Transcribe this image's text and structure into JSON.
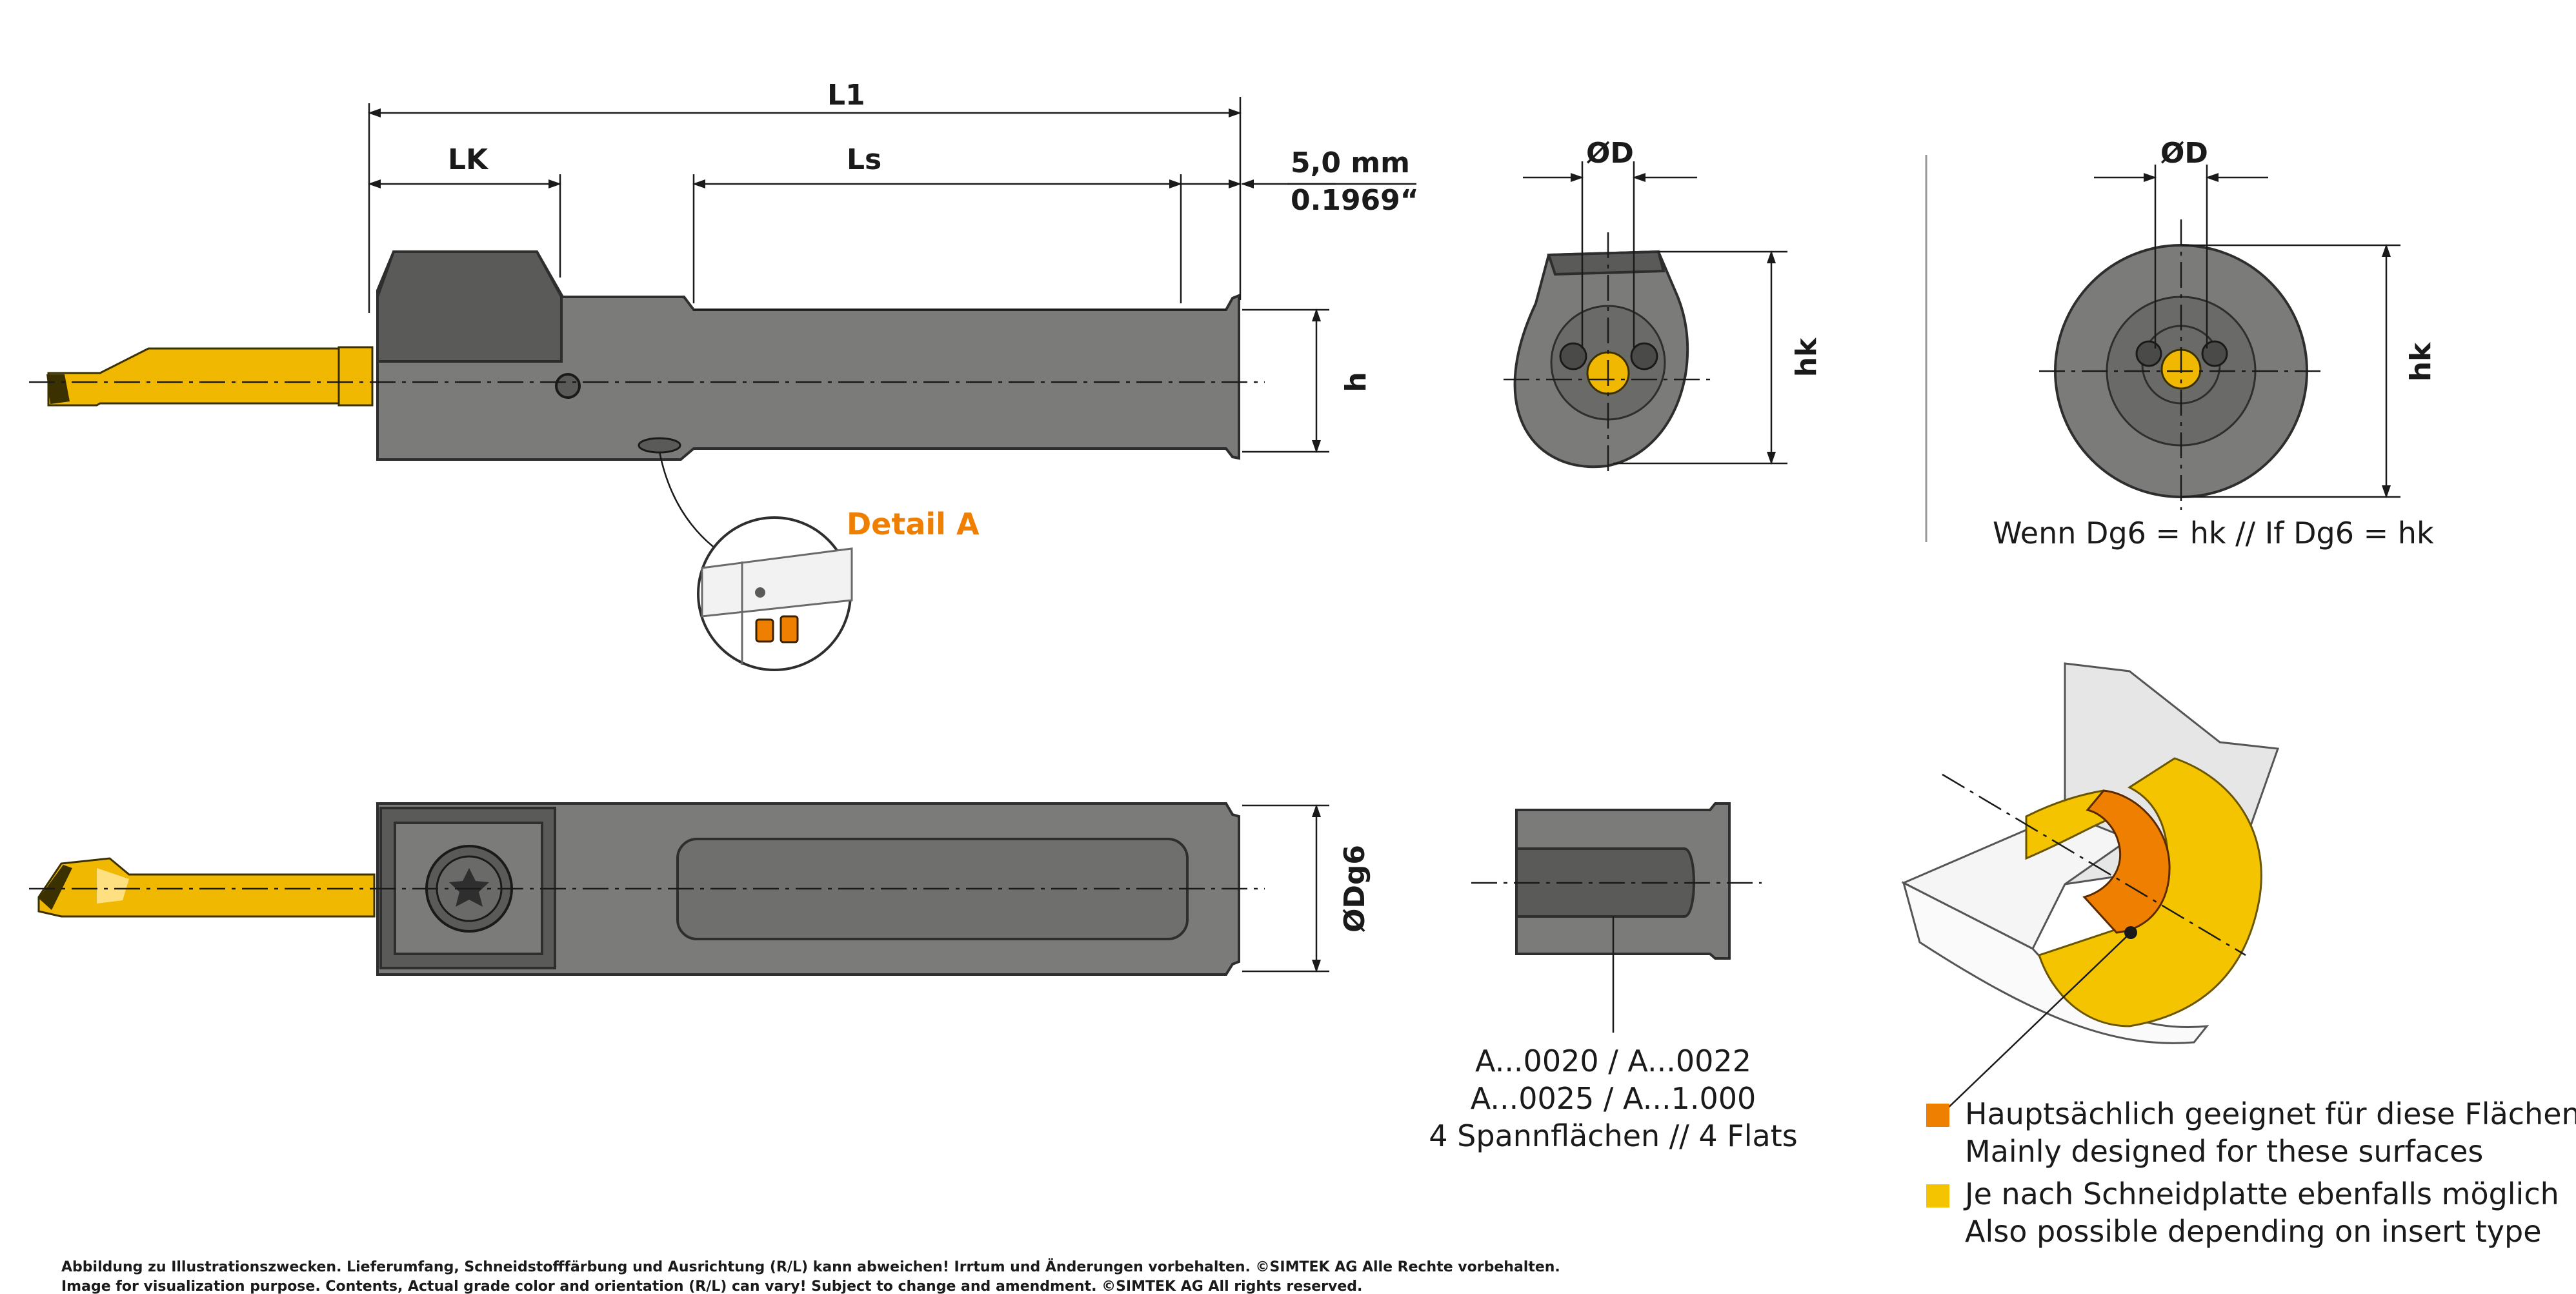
{
  "dimensions": {
    "l1": "L1",
    "lk": "LK",
    "ls": "Ls",
    "offset_mm": "5,0 mm",
    "offset_in": "0.1969“",
    "h": "h",
    "hk_front": "hk",
    "d_front": "ØD",
    "d_round": "ØD",
    "hk_round": "hk",
    "dg6": "ØDg6"
  },
  "detail_label": "Detail A",
  "round_note": "Wenn Dg6 = hk // If Dg6 = hk",
  "shank_note": {
    "line1": "A...0020 / A...0022",
    "line2": "A...0025 / A...1.000",
    "line3": "4 Spannflächen // 4 Flats"
  },
  "legend": [
    {
      "color": "#ee7f00",
      "line1": "Hauptsächlich geeignet für diese Flächen",
      "line2": "Mainly designed for these surfaces"
    },
    {
      "color": "#f4c400",
      "line1": "Je nach Schneidplatte ebenfalls möglich",
      "line2": "Also possible depending on insert type"
    }
  ],
  "footer": {
    "line1": "Abbildung zu Illustrationszwecken. Lieferumfang, Schneidstofffärbung und Ausrichtung (R/L) kann abweichen! Irrtum und Änderungen vorbehalten. ©SIMTEK AG Alle Rechte vorbehalten.",
    "line2": "Image for visualization purpose. Contents, Actual grade color and orientation (R/L) can vary! Subject to change and amendment. ©SIMTEK AG All rights reserved."
  },
  "colors": {
    "body": "#7b7c7a",
    "insert": "#f0b800",
    "orange": "#ee7f00",
    "yellow": "#f4c400"
  }
}
